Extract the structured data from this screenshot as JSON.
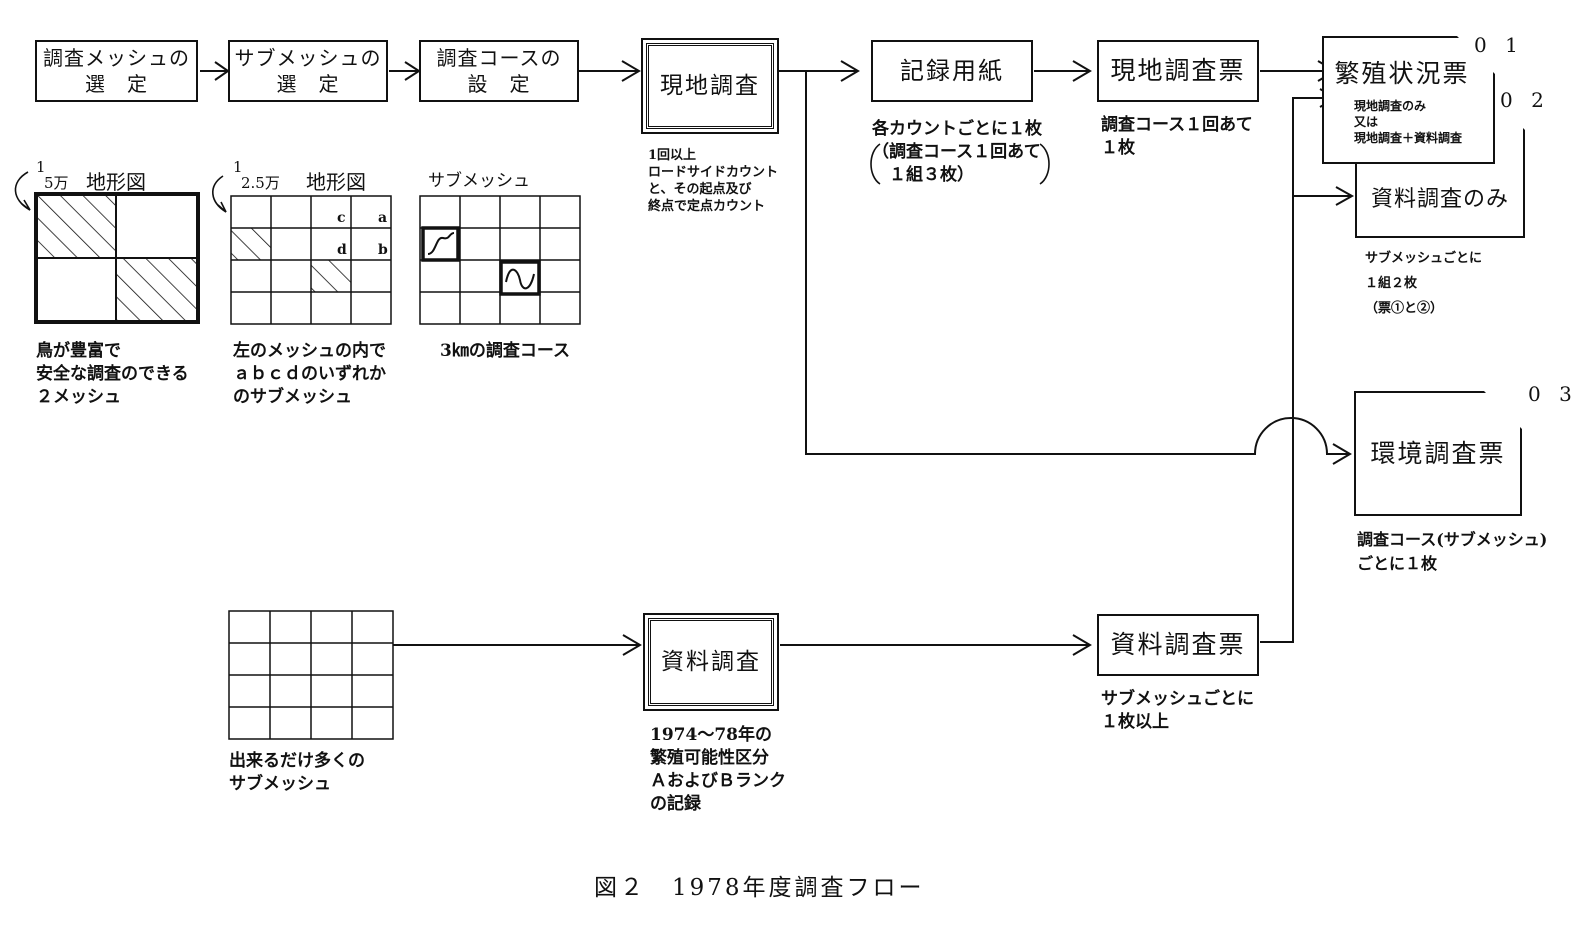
{
  "boxes": {
    "mesh_select": "調査メッシュの\n選　定",
    "submesh_select": "サブメッシュの\n選　定",
    "course_set": "調査コースの\n設　定",
    "field_survey": "現地調査",
    "record_paper": "記録用紙",
    "field_form": "現地調査票",
    "breeding_form": "繁殖状況票",
    "material_only": "資料調査のみ",
    "env_form": "環境調査票",
    "material_survey": "資料調査",
    "material_form": "資料調査票"
  },
  "form_numbers": {
    "f01": "0 1",
    "f02": "0 2",
    "f03": "0 3"
  },
  "notes": {
    "breeding_sub": "現地調査のみ\n又は\n現地調査＋資料調査",
    "field_survey_note": "1回以上\nロードサイドカウント\nと、その起点及び\n終点で定点カウント",
    "record_paper_note": "各カウントごとに１枚\n（調査コース１回あて\n　１組３枚）",
    "field_form_note": "調査コース１回あて\n１枚",
    "material_only_note": "サブメッシュごとに\n１組２枚\n（票①と②）",
    "env_form_note": "調査コース(サブメッシュ)\nごとに１枚",
    "material_survey_note": "1974～78年の\n繁殖可能性区分\nＡおよびＢランク\nの記録",
    "material_form_note": "サブメッシュごとに\n１枚以上"
  },
  "maps": {
    "map1_frac_num": "1",
    "map1_frac_den": "5万",
    "map1_title": "地形図",
    "map1_caption": "鳥が豊富で\n安全な調査のできる\n２メッシュ",
    "map2_frac_num": "1",
    "map2_frac_den": "2.5万",
    "map2_title": "地形図",
    "map2_caption": "左のメッシュの内で\nａｂｃｄのいずれか\nのサブメッシュ",
    "map2_cells": {
      "a": "a",
      "b": "b",
      "c": "c",
      "d": "d"
    },
    "map3_title": "サブメッシュ",
    "map3_caption": "3㎞の調査コース",
    "map4_caption": "出来るだけ多くの\nサブメッシュ"
  },
  "caption": "図２　1978年度調査フロー"
}
